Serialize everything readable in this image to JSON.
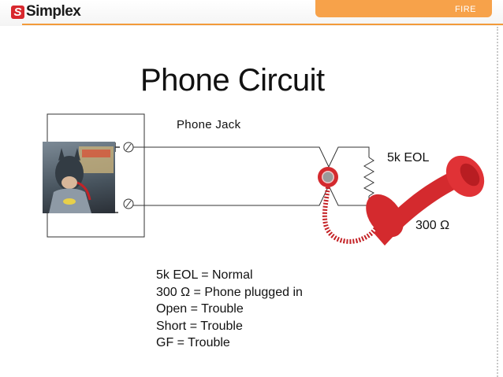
{
  "header": {
    "logo_text": "Simplex",
    "logo_mark": "S",
    "section_label": "FIRE",
    "colors": {
      "accent": "#f7a24a",
      "logo_red": "#d8282e"
    }
  },
  "slide": {
    "title": "Phone Circuit"
  },
  "diagram": {
    "phone_jack_label": "Phone Jack",
    "eol_label": "5k EOL",
    "phone_resistance_label": "300 Ω",
    "icons": [
      "photo-icon",
      "terminal-screw-icon",
      "resistor-icon",
      "phone-jack-icon",
      "telephone-handset-icon"
    ],
    "colors": {
      "phone_red": "#d42a2e",
      "wire": "#333333"
    }
  },
  "legend": {
    "items": [
      "5k EOL = Normal",
      "300 Ω = Phone plugged in",
      "Open = Trouble",
      "Short = Trouble",
      "GF = Trouble"
    ]
  }
}
